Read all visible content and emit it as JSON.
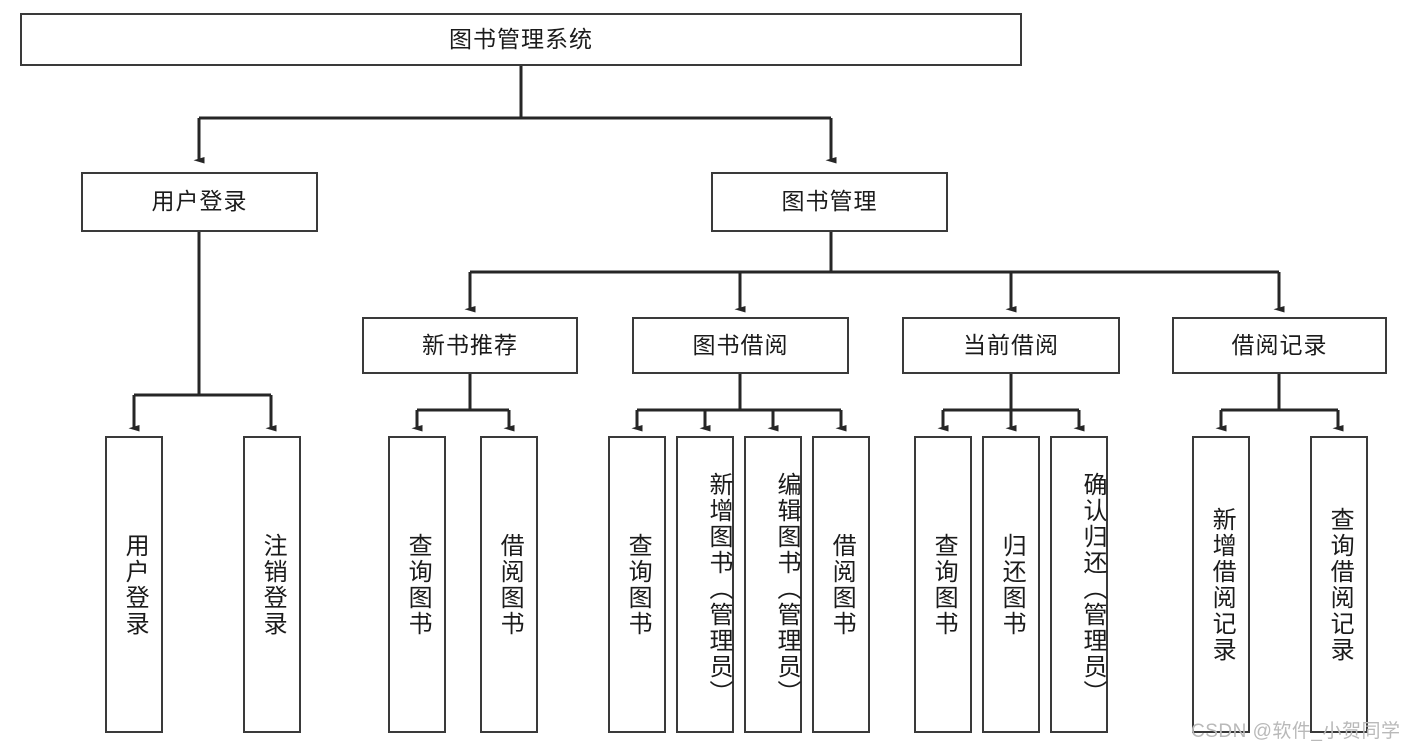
{
  "diagram": {
    "title": "图书管理系统",
    "type": "tree-hierarchy-chart",
    "root": {
      "id": "root",
      "label": "图书管理系统"
    },
    "level1": [
      {
        "id": "user-login",
        "label": "用户登录"
      },
      {
        "id": "book-management",
        "label": "图书管理"
      }
    ],
    "level2": [
      {
        "id": "new-book-recommend",
        "label": "新书推荐",
        "parent": "book-management"
      },
      {
        "id": "book-borrow",
        "label": "图书借阅",
        "parent": "book-management"
      },
      {
        "id": "current-borrow",
        "label": "当前借阅",
        "parent": "book-management"
      },
      {
        "id": "borrow-record",
        "label": "借阅记录",
        "parent": "book-management"
      }
    ],
    "leaves": {
      "user_login": [
        {
          "id": "leaf-user-login",
          "label": "用户登录"
        },
        {
          "id": "leaf-logout-login",
          "label": "注销登录"
        }
      ],
      "new_book_recommend": [
        {
          "id": "leaf-query-book-1",
          "label": "查询图书"
        },
        {
          "id": "leaf-borrow-book-1",
          "label": "借阅图书"
        }
      ],
      "book_borrow": [
        {
          "id": "leaf-query-book-2",
          "label": "查询图书"
        },
        {
          "id": "leaf-add-book",
          "label": "新增图书（管理员）"
        },
        {
          "id": "leaf-edit-book",
          "label": "编辑图书（管理员）"
        },
        {
          "id": "leaf-borrow-book-2",
          "label": "借阅图书"
        }
      ],
      "current_borrow": [
        {
          "id": "leaf-query-book-3",
          "label": "查询图书"
        },
        {
          "id": "leaf-return-book",
          "label": "归还图书"
        },
        {
          "id": "leaf-confirm-return",
          "label": "确认归还（管理员）"
        }
      ],
      "borrow_record": [
        {
          "id": "leaf-add-record",
          "label": "新增借阅记录"
        },
        {
          "id": "leaf-query-record",
          "label": "查询借阅记录"
        }
      ]
    }
  },
  "watermark": {
    "text": "CSDN @软件_小贺同学"
  },
  "colors": {
    "box_border": "#3a3a3a",
    "box_fill": "#ffffff",
    "connector": "#262626",
    "text": "#1b1b1b",
    "watermark": "#b9b9b9",
    "background": "#ffffff"
  }
}
